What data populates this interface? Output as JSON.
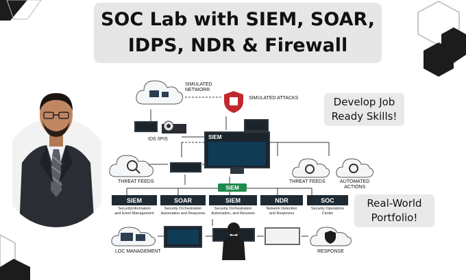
{
  "title": {
    "line1": "SOC Lab with SIEM, SOAR,",
    "line2": "IDPS, NDR & Firewall"
  },
  "callouts": {
    "top": [
      "Develop Job",
      "Ready Skills!"
    ],
    "bottom": [
      "Real-World",
      "Portfolio!"
    ]
  },
  "diagram": {
    "simulated_network": [
      "SIMULATED",
      "NETWORR"
    ],
    "simulated_attacks": "SIMULATED ATTACKS",
    "ids_ips": "IDS /IPIS",
    "siem_main": "SIEM",
    "siem_small": "SIEM",
    "threat_feeds_left": "THREAT FEEDS",
    "threat_feeds_right": "THREAT FEEDS",
    "automated_actions": [
      "AUTOMATED",
      "ACTIONS"
    ],
    "loc_management": "LOC MANAGEMENT",
    "response": "RESPONSE",
    "boxes": [
      {
        "head": "SIEM",
        "desc": [
          "SecurityInformation",
          "and Erent Management"
        ]
      },
      {
        "head": "SOAR",
        "desc": [
          "Security Orchestration",
          "Automation and Response"
        ]
      },
      {
        "head": "SIEM",
        "desc": [
          "Security Orchestration",
          "Autornation, and Resones"
        ]
      },
      {
        "head": "NDR",
        "desc": [
          "Network Detection",
          "and Respoviso"
        ]
      },
      {
        "head": "SOC",
        "desc": [
          "Security Operations",
          "Center"
        ]
      }
    ]
  },
  "colors": {
    "dark": "#1f2a33",
    "green": "#1f8a4c",
    "title_bg": "#e6e6e6",
    "alert_red": "#c0282d"
  }
}
